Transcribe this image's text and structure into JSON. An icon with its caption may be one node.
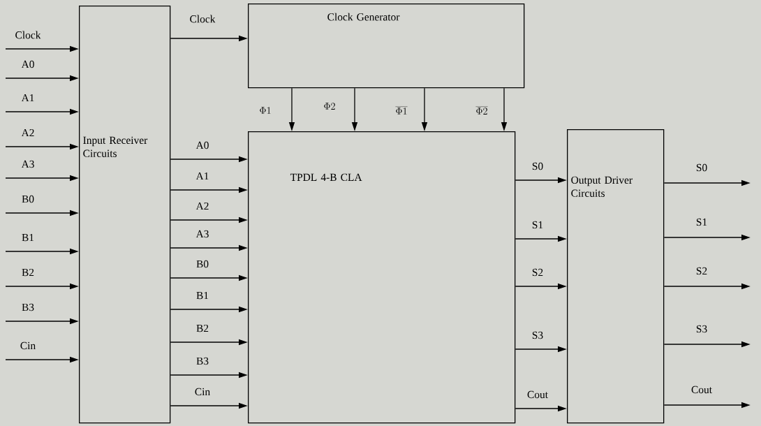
{
  "diagram": {
    "nodes": [
      {
        "text": [
          "Input Receiver Circuits"
        ]
      },
      {
        "text": [
          "Clock Generator"
        ]
      },
      {
        "text": [
          "TPDL 4-B CLA"
        ]
      },
      {
        "text": [
          "Output Driver Circuits"
        ]
      }
    ],
    "edges": [
      {
        "from": null,
        "to": 0,
        "arrow": "to",
        "label": "Clock"
      },
      {
        "from": null,
        "to": 0,
        "arrow": "to",
        "label": "A0"
      },
      {
        "from": null,
        "to": 0,
        "arrow": "to",
        "label": "A1"
      },
      {
        "from": null,
        "to": 0,
        "arrow": "to",
        "label": "A2"
      },
      {
        "from": null,
        "to": 0,
        "arrow": "to",
        "label": "A3"
      },
      {
        "from": null,
        "to": 0,
        "arrow": "to",
        "label": "B0"
      },
      {
        "from": null,
        "to": 0,
        "arrow": "to",
        "label": "B1"
      },
      {
        "from": null,
        "to": 0,
        "arrow": "to",
        "label": "B2"
      },
      {
        "from": null,
        "to": 0,
        "arrow": "to",
        "label": "B3"
      },
      {
        "from": null,
        "to": 0,
        "arrow": "to",
        "label": "Cin"
      },
      {
        "from": 0,
        "to": 1,
        "arrow": "to",
        "label": "Clock"
      },
      {
        "from": 1,
        "to": 2,
        "arrow": "to",
        "label": "\\Phi 1"
      },
      {
        "from": 1,
        "to": 2,
        "arrow": "to",
        "label": "\\Phi 2"
      },
      {
        "from": 1,
        "to": 2,
        "arrow": "to",
        "label": "\\overline{\\Phi 1}"
      },
      {
        "from": 1,
        "to": 2,
        "arrow": "to",
        "label": "\\overline{\\Phi 2}"
      },
      {
        "from": 0,
        "to": 2,
        "arrow": "to",
        "label": "A0"
      },
      {
        "from": 0,
        "to": 2,
        "arrow": "to",
        "label": "A1"
      },
      {
        "from": 0,
        "to": 2,
        "arrow": "to",
        "label": "A2"
      },
      {
        "from": 0,
        "to": 2,
        "arrow": "to",
        "label": "A3"
      },
      {
        "from": 0,
        "to": 2,
        "arrow": "to",
        "label": "B0"
      },
      {
        "from": 0,
        "to": 2,
        "arrow": "to",
        "label": "B1"
      },
      {
        "from": 0,
        "to": 2,
        "arrow": "to",
        "label": "B2"
      },
      {
        "from": 0,
        "to": 2,
        "arrow": "to",
        "label": "B3"
      },
      {
        "from": 0,
        "to": 2,
        "arrow": "to",
        "label": "Cin"
      },
      {
        "from": 2,
        "to": 3,
        "arrow": "to",
        "label": "S0"
      },
      {
        "from": 2,
        "to": 3,
        "arrow": "to",
        "label": "S1"
      },
      {
        "from": 2,
        "to": 3,
        "arrow": "to",
        "label": "S2"
      },
      {
        "from": 2,
        "to": 3,
        "arrow": "to",
        "label": "S3"
      },
      {
        "from": 2,
        "to": 3,
        "arrow": "to",
        "label": "Cout"
      },
      {
        "from": 3,
        "to": null,
        "arrow": "to",
        "label": "S0"
      },
      {
        "from": 3,
        "to": null,
        "arrow": "to",
        "label": "S1"
      },
      {
        "from": 3,
        "to": null,
        "arrow": "to",
        "label": "S2"
      },
      {
        "from": 3,
        "to": null,
        "arrow": "to",
        "label": "S3"
      },
      {
        "from": 3,
        "to": null,
        "arrow": "to",
        "label": "Cout"
      }
    ]
  }
}
